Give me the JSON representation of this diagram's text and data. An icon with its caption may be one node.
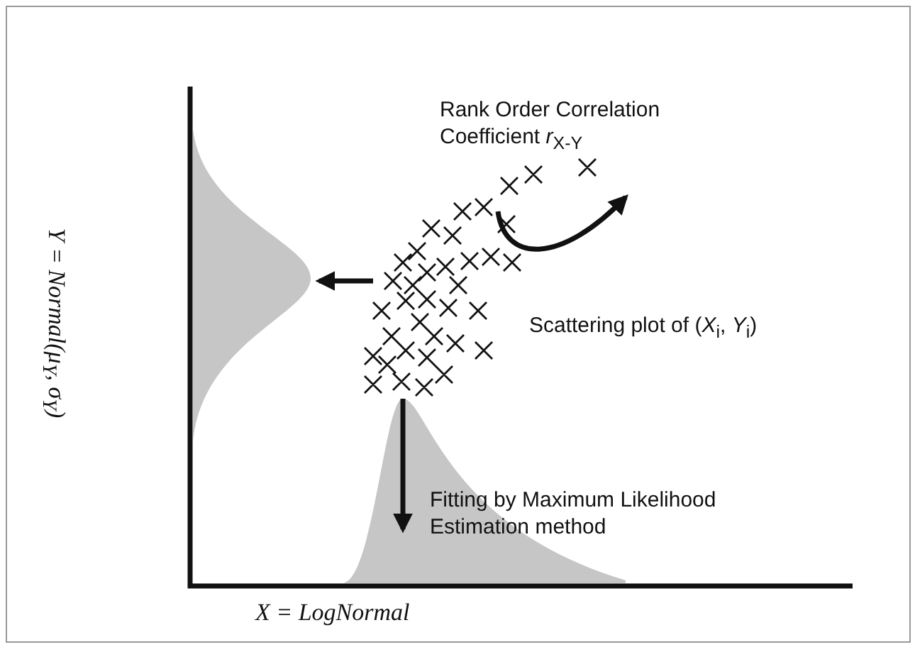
{
  "diagram": {
    "nodes": [
      {
        "text": [],
        "shape": "picture"
      },
      {
        "text": [],
        "shape": "curve"
      },
      {
        "text": [],
        "shape": "curve"
      }
    ],
    "edges": [
      {
        "from": 0,
        "to": 1,
        "arrow": "to"
      },
      {
        "from": 0,
        "to": 2,
        "arrow": "to",
        "label": "Fitting by Maximum Likelihood Estimation method"
      },
      {
        "from": 0,
        "to": null,
        "arrow": "to",
        "label": "Rank Order Correlation Coefficient *r*$_{X-Y}$"
      }
    ],
    "labels": [
      "Y = Normal(μ$_{Y}$, σ$_{Y}$)",
      "Scattering plot of (*X*$_{i}$, *Y*$_{i}$)",
      "X = LogNormal"
    ]
  }
}
